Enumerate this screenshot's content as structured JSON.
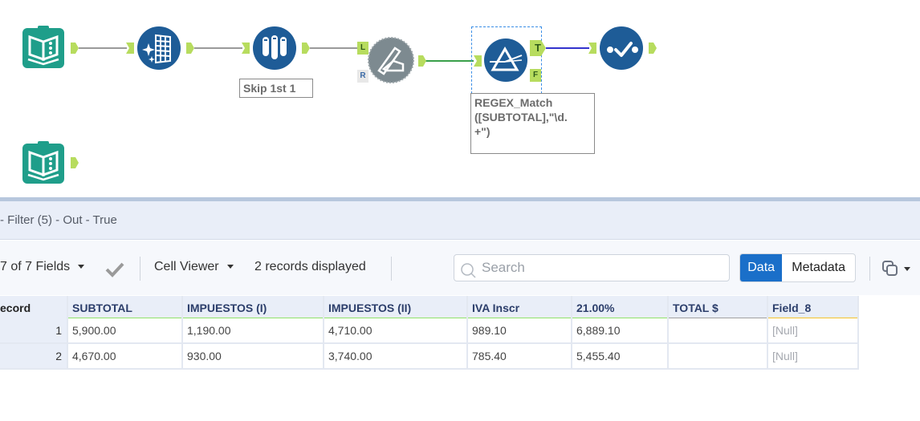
{
  "canvas": {
    "tools": [
      {
        "name": "input-data-1",
        "type": "input-data",
        "color": "#1f9e8a"
      },
      {
        "name": "data-cleansing",
        "type": "data-cleansing",
        "color": "#1e5c97"
      },
      {
        "name": "sample",
        "type": "sample",
        "color": "#1e5c97",
        "annotation": "Skip 1st 1"
      },
      {
        "name": "join",
        "type": "join",
        "color": "#7d8a90",
        "anchors": {
          "left": "L",
          "right": "R"
        }
      },
      {
        "name": "filter",
        "type": "filter",
        "color": "#1e5c97",
        "anchors": {
          "true": "T",
          "false": "F"
        },
        "annotation_lines": [
          "REGEX_Match",
          "([SUBTOTAL],\"\\d.",
          "+\")"
        ]
      },
      {
        "name": "select-records",
        "type": "browse",
        "color": "#1e5c97"
      },
      {
        "name": "input-data-2",
        "type": "input-data",
        "color": "#1f9e8a"
      }
    ],
    "connection_colors": {
      "default": "#9a9a9a",
      "join_out": "#3aa04a",
      "filter_true": "#3333cc"
    }
  },
  "results": {
    "title": "- Filter (5) - Out - True",
    "toolbar": {
      "fields_label": "7 of 7 Fields",
      "cell_viewer_label": "Cell Viewer",
      "records_label": "2 records displayed",
      "search_placeholder": "Search",
      "data_button": "Data",
      "metadata_button": "Metadata"
    },
    "table": {
      "record_header": "ecord",
      "columns": [
        {
          "label": "SUBTOTAL",
          "color": "#8fe36a"
        },
        {
          "label": "IMPUESTOS (I)",
          "color": "#8fe36a"
        },
        {
          "label": "IMPUESTOS (II)",
          "color": "#8fe36a"
        },
        {
          "label": "IVA Inscr",
          "color": "#8fe36a"
        },
        {
          "label": "21.00%",
          "color": "#8fe36a"
        },
        {
          "label": "TOTAL $",
          "color": "#a0a0a0"
        },
        {
          "label": "Field_8",
          "color": "#f5c22b"
        }
      ],
      "rows": [
        {
          "record": "1",
          "cells": [
            "5,900.00",
            "1,190.00",
            "4,710.00",
            "989.10",
            "6,889.10",
            "",
            "[Null]"
          ]
        },
        {
          "record": "2",
          "cells": [
            "4,670.00",
            "930.00",
            "3,740.00",
            "785.40",
            "5,455.40",
            "",
            "[Null]"
          ]
        }
      ]
    }
  }
}
